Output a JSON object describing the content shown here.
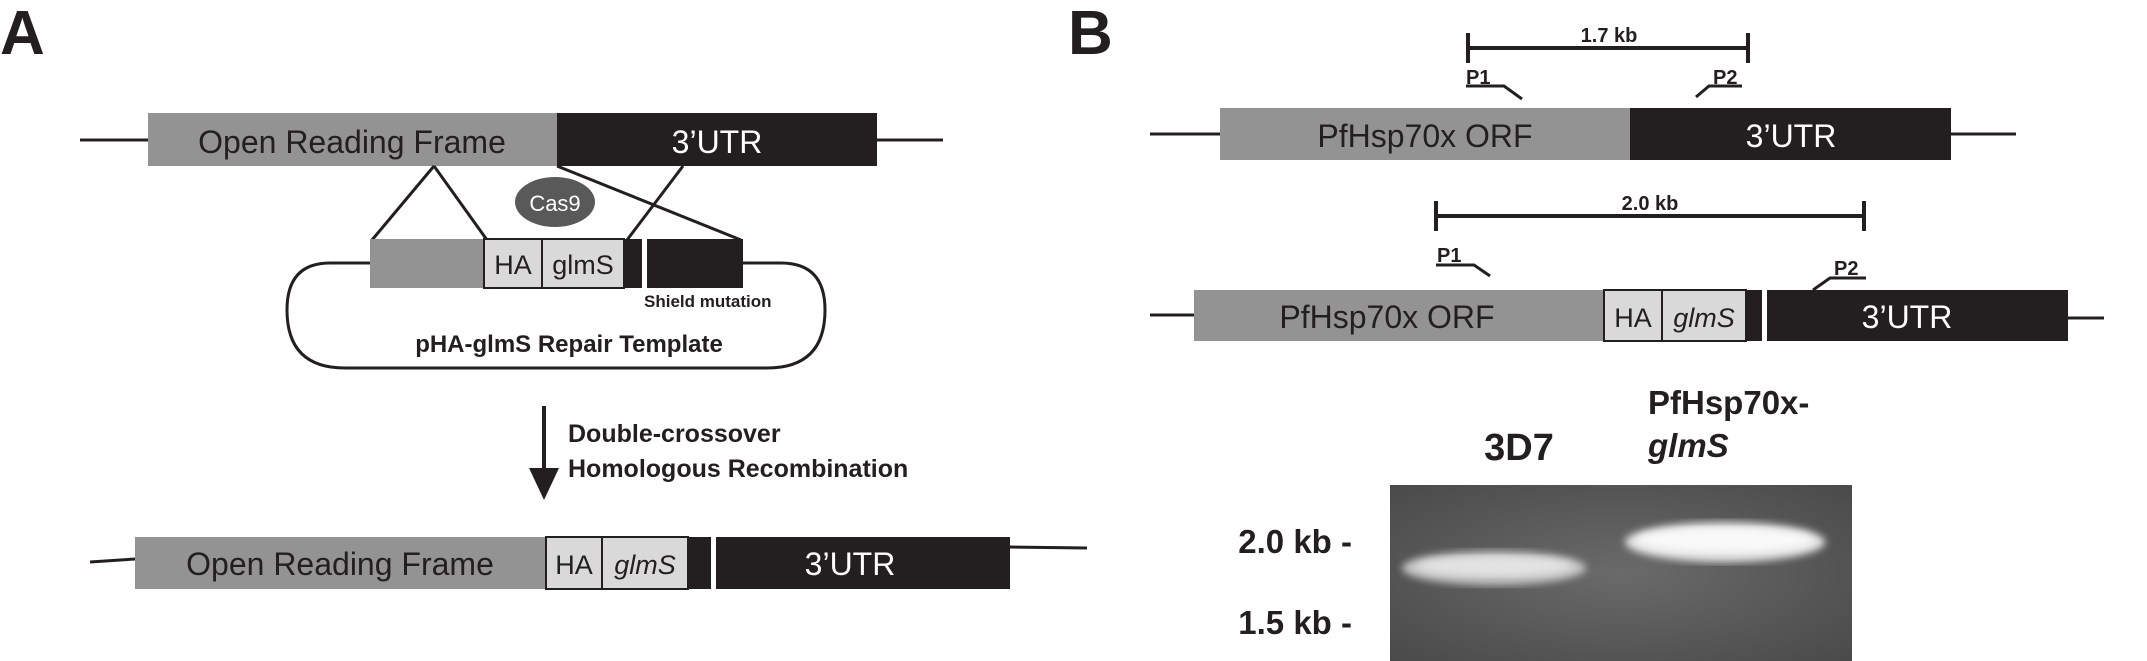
{
  "panel_a": {
    "label": "A",
    "gene": {
      "orf": "Open Reading Frame",
      "utr": "3’UTR"
    },
    "cas9": "Cas9",
    "template": {
      "ha": "HA",
      "glms": "glmS",
      "shield": "Shield mutation",
      "title": "pHA-glmS Repair Template"
    },
    "arrow": {
      "line1": "Double-crossover",
      "line2": "Homologous Recombination"
    },
    "result": {
      "orf": "Open Reading Frame",
      "ha": "HA",
      "glms": "glmS",
      "utr": "3’UTR"
    }
  },
  "panel_b": {
    "label": "B",
    "wt": {
      "size": "1.7 kb",
      "p1": "P1",
      "p2": "P2",
      "orf": "PfHsp70x ORF",
      "utr": "3’UTR"
    },
    "mut": {
      "size": "2.0 kb",
      "p1": "P1",
      "p2": "P2",
      "orf": "PfHsp70x ORF",
      "ha": "HA",
      "glms": "glmS",
      "utr": "3’UTR"
    },
    "gel": {
      "lane1": "3D7",
      "lane2a": "PfHsp70x-",
      "lane2b": "glmS",
      "m1": "2.0 kb -",
      "m2": "1.5 kb -"
    }
  },
  "colors": {
    "grey": "#939393",
    "black": "#231f20",
    "lightgrey": "#d9d9d9",
    "cas9": "#595959",
    "gel": "#555555"
  }
}
